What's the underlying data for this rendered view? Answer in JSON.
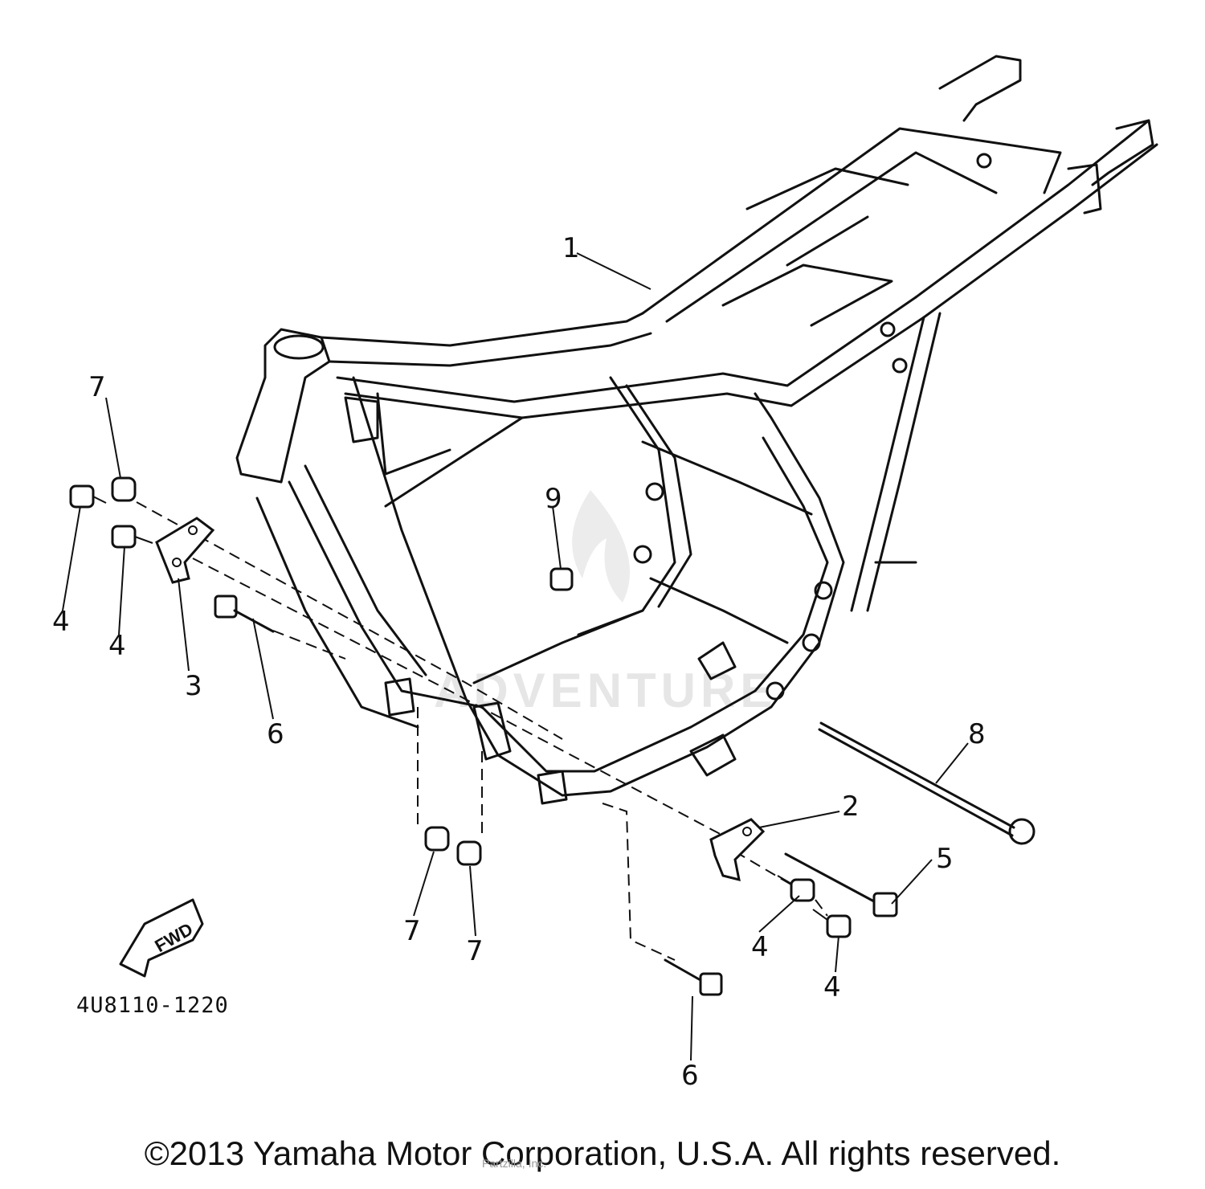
{
  "diagram": {
    "callouts": [
      {
        "id": "c1",
        "label": "1"
      },
      {
        "id": "c2",
        "label": "2"
      },
      {
        "id": "c3",
        "label": "3"
      },
      {
        "id": "c4a",
        "label": "4"
      },
      {
        "id": "c4b",
        "label": "4"
      },
      {
        "id": "c4c",
        "label": "4"
      },
      {
        "id": "c4d",
        "label": "4"
      },
      {
        "id": "c5",
        "label": "5"
      },
      {
        "id": "c6a",
        "label": "6"
      },
      {
        "id": "c6b",
        "label": "6"
      },
      {
        "id": "c7a",
        "label": "7"
      },
      {
        "id": "c7b",
        "label": "7"
      },
      {
        "id": "c7c",
        "label": "7"
      },
      {
        "id": "c8",
        "label": "8"
      },
      {
        "id": "c9",
        "label": "9"
      }
    ],
    "fwd_label": "FWD",
    "part_code": "4U8110-1220",
    "watermark": "ADVENTURE"
  },
  "footer": {
    "copyright": "©2013 Yamaha Motor Corporation, U.S.A. All rights reserved.",
    "credit": "Partzilla, Inc."
  }
}
